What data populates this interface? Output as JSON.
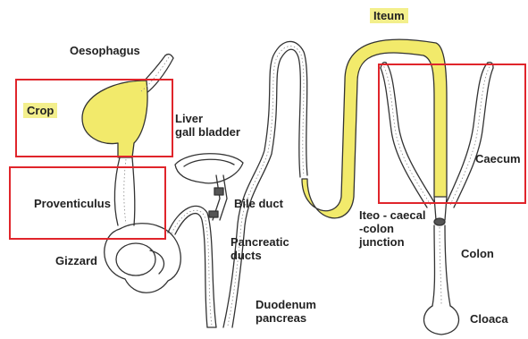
{
  "labels": {
    "oesophagus": "Oesophagus",
    "crop": "Crop",
    "liver_gall_bladder": "Liver\ngall bladder",
    "proventiculus": "Proventiculus",
    "bile_duct": "Bile duct",
    "gizzard": "Gizzard",
    "pancreatic_ducts": "Pancreatic\nducts",
    "duodenum_pancreas": "Duodenum\npancreas",
    "ileum": "Iteum",
    "caecum": "Caecum",
    "ileo_caecal_colon_junction": "Iteo - caecal\n-colon\njunction",
    "colon": "Colon",
    "cloaca": "Cloaca"
  },
  "colors": {
    "highlight_fill": "#f2ea6b",
    "label_highlight": "#f3ef8c",
    "box_border": "#e0252b",
    "outline": "#333333"
  }
}
